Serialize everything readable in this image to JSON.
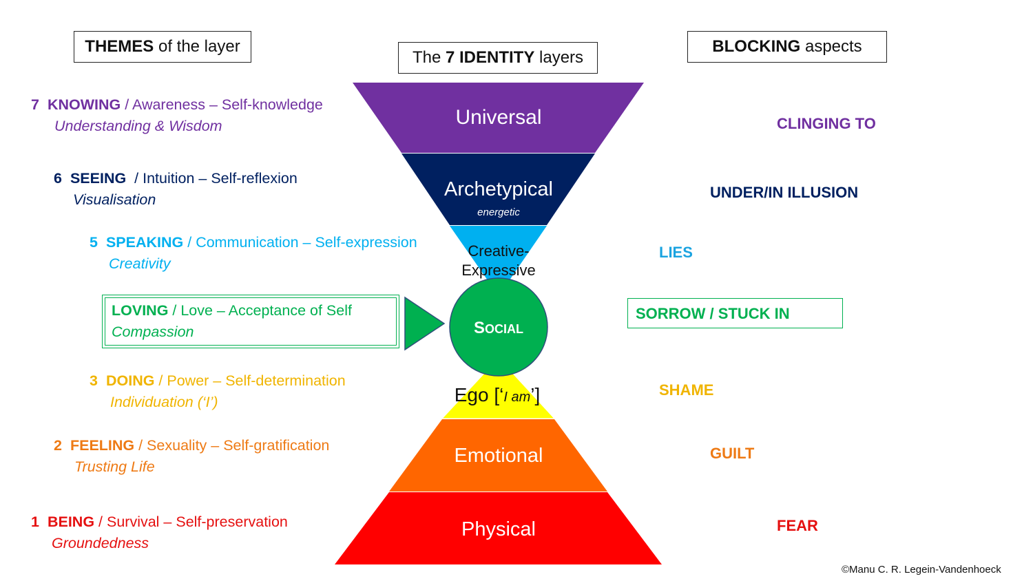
{
  "headers": {
    "themes": {
      "bold": "THEMES",
      "rest": " of the layer"
    },
    "center": {
      "pre": "The ",
      "bold": "7 IDENTITY",
      "post": " layers"
    },
    "blocking": {
      "bold": "BLOCKING",
      "rest": " aspects"
    }
  },
  "layers": {
    "universal": {
      "label": "Universal",
      "color": "#7030A0"
    },
    "archetypical": {
      "label": "Archetypical",
      "sub": "energetic",
      "color": "#002060"
    },
    "creative": {
      "label_line1": "Creative-",
      "label_line2": "Expressive",
      "color": "#00B0F0"
    },
    "social": {
      "label_big": "S",
      "label_rest": "OCIAL",
      "color": "#00B050"
    },
    "ego": {
      "pre": "Ego [‘",
      "italic": "I am",
      "post": "’]",
      "color": "#FFFF00"
    },
    "emotional": {
      "label": "Emotional",
      "color": "#FF6600"
    },
    "physical": {
      "label": "Physical",
      "color": "#FF0000"
    }
  },
  "themes": [
    {
      "num": "7",
      "kw": "KNOWING",
      "rest": " / Awareness – Self-knowledge",
      "sub": "Understanding & Wisdom",
      "color": "#7030A0"
    },
    {
      "num": "6",
      "kw": "SEEING",
      "rest": "  / Intuition – Self-reflexion",
      "sub": "Visualisation",
      "color": "#002060"
    },
    {
      "num": "5",
      "kw": "SPEAKING",
      "rest": " / Communication – Self-expression",
      "sub": "Creativity",
      "color": "#00B0F0"
    },
    {
      "num": "",
      "kw": "LOVING",
      "rest": " / Love – Acceptance of Self",
      "sub": "Compassion",
      "color": "#00B050"
    },
    {
      "num": "3",
      "kw": "DOING",
      "rest": " / Power – Self-determination",
      "sub": "Individuation (‘I’)",
      "color": "#F0B400"
    },
    {
      "num": "2",
      "kw": "FEELING",
      "rest": " / Sexuality – Self-gratification",
      "sub": "Trusting Life",
      "color": "#EE7A14"
    },
    {
      "num": "1",
      "kw": "BEING",
      "rest": " / Survival – Self-preservation",
      "sub": "Groundedness",
      "color": "#E51010"
    }
  ],
  "blocking": [
    {
      "label": "CLINGING TO",
      "color": "#7030A0"
    },
    {
      "label": "UNDER/IN ILLUSION",
      "color": "#002060"
    },
    {
      "label": "LIES",
      "color": "#1AA3E0"
    },
    {
      "label": "SORROW / STUCK IN",
      "color": "#00B050"
    },
    {
      "label": "SHAME",
      "color": "#F0B400"
    },
    {
      "label": "GUILT",
      "color": "#EE7A14"
    },
    {
      "label": "FEAR",
      "color": "#E51010"
    }
  ],
  "copyright": "©Manu C. R. Legein-Vandenhoeck"
}
